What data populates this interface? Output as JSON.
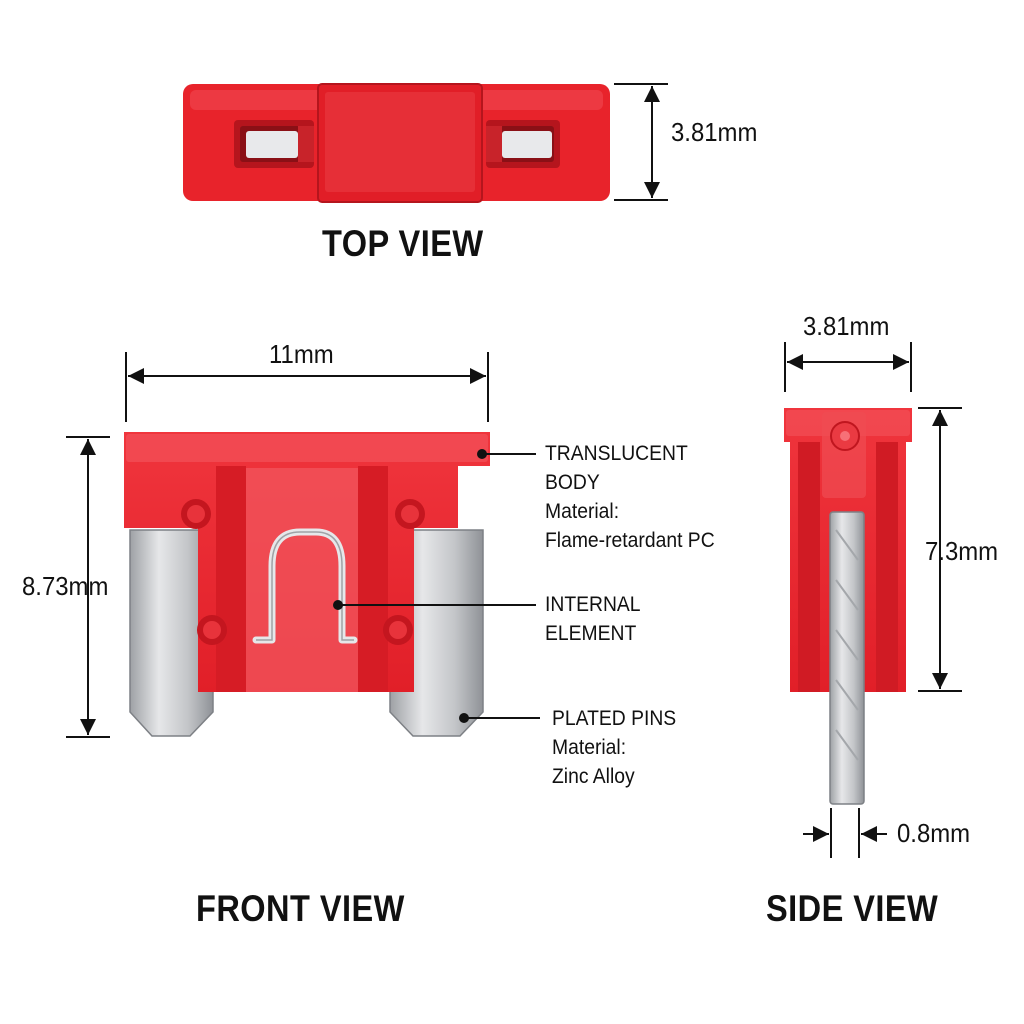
{
  "views": {
    "top": {
      "title": "TOP VIEW",
      "height_label": "3.81mm"
    },
    "front": {
      "title": "FRONT VIEW",
      "width_label": "11mm",
      "height_label": "8.73mm"
    },
    "side": {
      "title": "SIDE VIEW",
      "width_label": "3.81mm",
      "height_label": "7.3mm",
      "pin_thickness_label": "0.8mm"
    }
  },
  "callouts": {
    "body": {
      "line1": "TRANSLUCENT",
      "line2": "BODY",
      "line3": "Material:",
      "line4": "Flame-retardant PC"
    },
    "element": {
      "line1": "INTERNAL",
      "line2": "ELEMENT"
    },
    "pins": {
      "line1": "PLATED PINS",
      "line2": "Material:",
      "line3": "Zinc Alloy"
    }
  },
  "colors": {
    "body_red": "#e8262e",
    "body_light": "#f25058",
    "body_dark": "#b81a22",
    "pin_metal": "#c8cacd"
  }
}
